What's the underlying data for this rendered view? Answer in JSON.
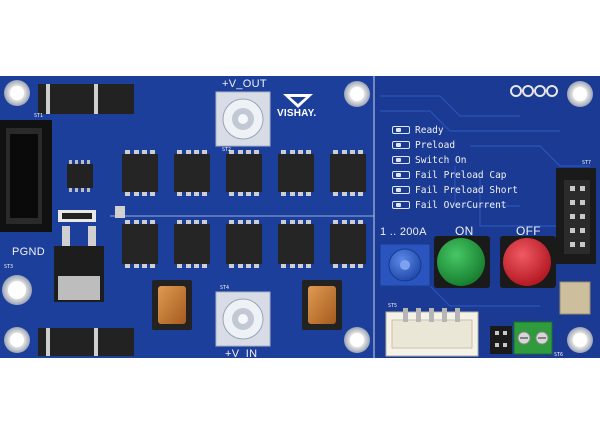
{
  "colors": {
    "pcb_blue": "#1d3f9c",
    "pcb_dark": "#123182",
    "silkscreen": "#f2f2f2",
    "button_on": "#1f9a3c",
    "button_off": "#d9232e",
    "pot": "#2e5fc9"
  },
  "labels": {
    "v_out": "+V_OUT",
    "v_in": "+V_IN",
    "pgnd": "PGND",
    "brand": "VISHAY.",
    "range": "1 .. 200A",
    "on": "ON",
    "off": "OFF"
  },
  "status_leds": [
    "Ready",
    "Preload",
    "Switch On",
    "Fail Preload Cap",
    "Fail Preload Short",
    "Fail OverCurrent"
  ],
  "testpoints": {
    "st1": "ST1",
    "st2": "ST2",
    "st3": "ST3",
    "st4": "ST4",
    "st5": "ST5",
    "st6": "ST6",
    "st7": "ST7"
  }
}
